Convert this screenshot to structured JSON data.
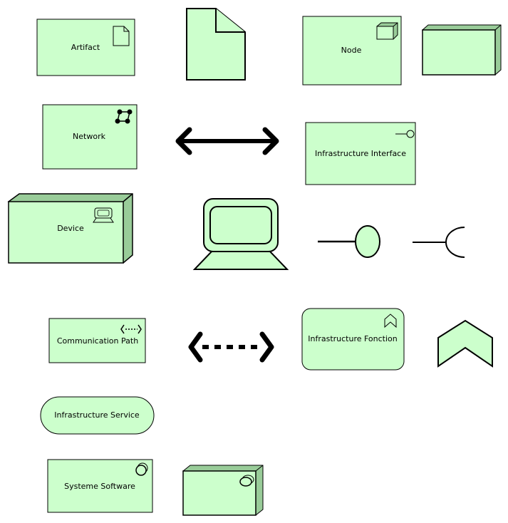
{
  "colors": {
    "fill": "#ccffcc",
    "side": "#99cc99",
    "stroke": "#000000",
    "background": "#ffffff"
  },
  "elements": {
    "artifact": "Artifact",
    "node": "Node",
    "network": "Network",
    "infrastructure_interface": "Infrastructure Interface",
    "device": "Device",
    "communication_path": "Communication Path",
    "infrastructure_function": "Infrastructure Fonction",
    "infrastructure_service": "Infrastructure Service",
    "system_software": "Systeme Software"
  },
  "icons": [
    "document-icon",
    "node-3d-box-icon",
    "network-icon",
    "bidirectional-arrow-icon",
    "interface-lollipop-icon",
    "device-computer-icon",
    "required-interface-socket-icon",
    "communication-path-icon",
    "function-chevron-icon",
    "system-software-icon"
  ]
}
